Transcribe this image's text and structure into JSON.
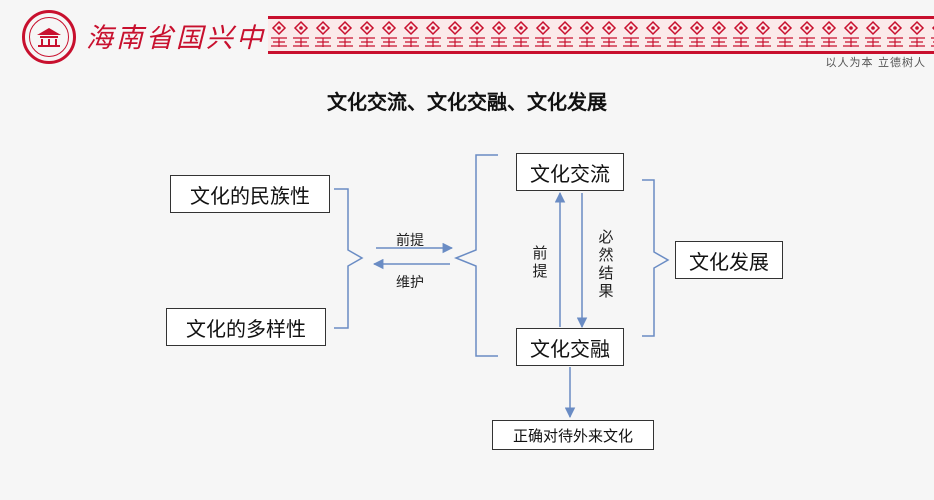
{
  "header": {
    "school_name": "海南省国兴中学",
    "motto": "以人为本  立德树人",
    "accent_color": "#c8102e",
    "logo_icon": "school-seal-icon"
  },
  "slide": {
    "title": "文化交流、文化交融、文化发展"
  },
  "diagram": {
    "left_boxes": [
      "文化的民族性",
      "文化的多样性"
    ],
    "arrow_right_label": "前提",
    "arrow_left_label": "维护",
    "center_top": "文化交流",
    "center_bottom": "文化交融",
    "up_arrow_label": "前提",
    "down_arrow_label": "必然结果",
    "right_box": "文化发展",
    "bottom_box": "正确对待外来文化",
    "line_color": "#6a8cc4"
  }
}
